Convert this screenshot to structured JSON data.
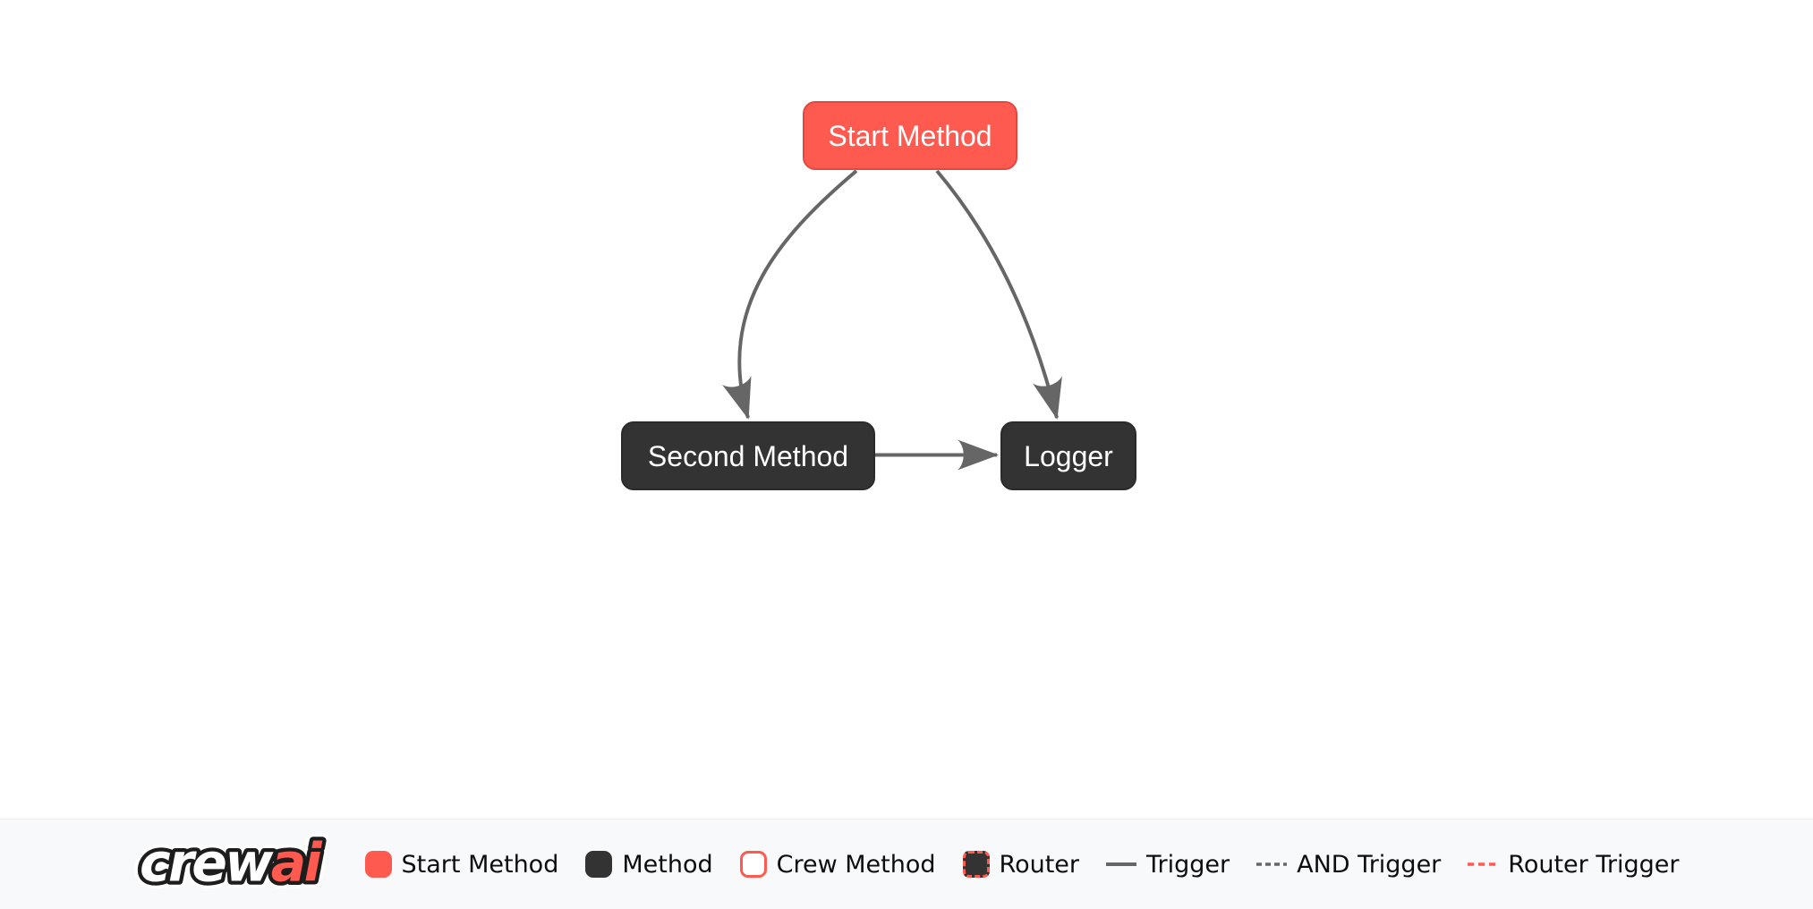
{
  "colors": {
    "canvas_bg": "#FFFFFF",
    "start_node": "#FF5A50",
    "start_node_border": "#E2493E",
    "method_node": "#333333",
    "node_text": "#FFFFFF",
    "edge": "#666666",
    "router_edge": "#FF5A50",
    "legend_bg": "#F8F9FA",
    "legend_text": "#0D0D0D"
  },
  "diagram": {
    "nodes": [
      {
        "label": "Start Method",
        "type": "start-method"
      },
      {
        "label": "Second Method",
        "type": "method"
      },
      {
        "label": "Logger",
        "type": "method"
      }
    ],
    "edges": [
      {
        "from": "Start Method",
        "to": "Second Method",
        "style": "trigger",
        "shape": "curved"
      },
      {
        "from": "Start Method",
        "to": "Logger",
        "style": "trigger",
        "shape": "curved"
      },
      {
        "from": "Second Method",
        "to": "Logger",
        "style": "trigger",
        "shape": "straight"
      }
    ]
  },
  "legend": {
    "logo": {
      "crew": "crew",
      "ai": "ai"
    },
    "items": [
      {
        "label": "Start Method",
        "swatch": "start-method-box"
      },
      {
        "label": "Method",
        "swatch": "method-box"
      },
      {
        "label": "Crew Method",
        "swatch": "crew-method-box"
      },
      {
        "label": "Router",
        "swatch": "router-box"
      },
      {
        "label": "Trigger",
        "swatch": "solid-line"
      },
      {
        "label": "AND Trigger",
        "swatch": "dashed-line"
      },
      {
        "label": "Router Trigger",
        "swatch": "red-dashed-line"
      }
    ]
  }
}
